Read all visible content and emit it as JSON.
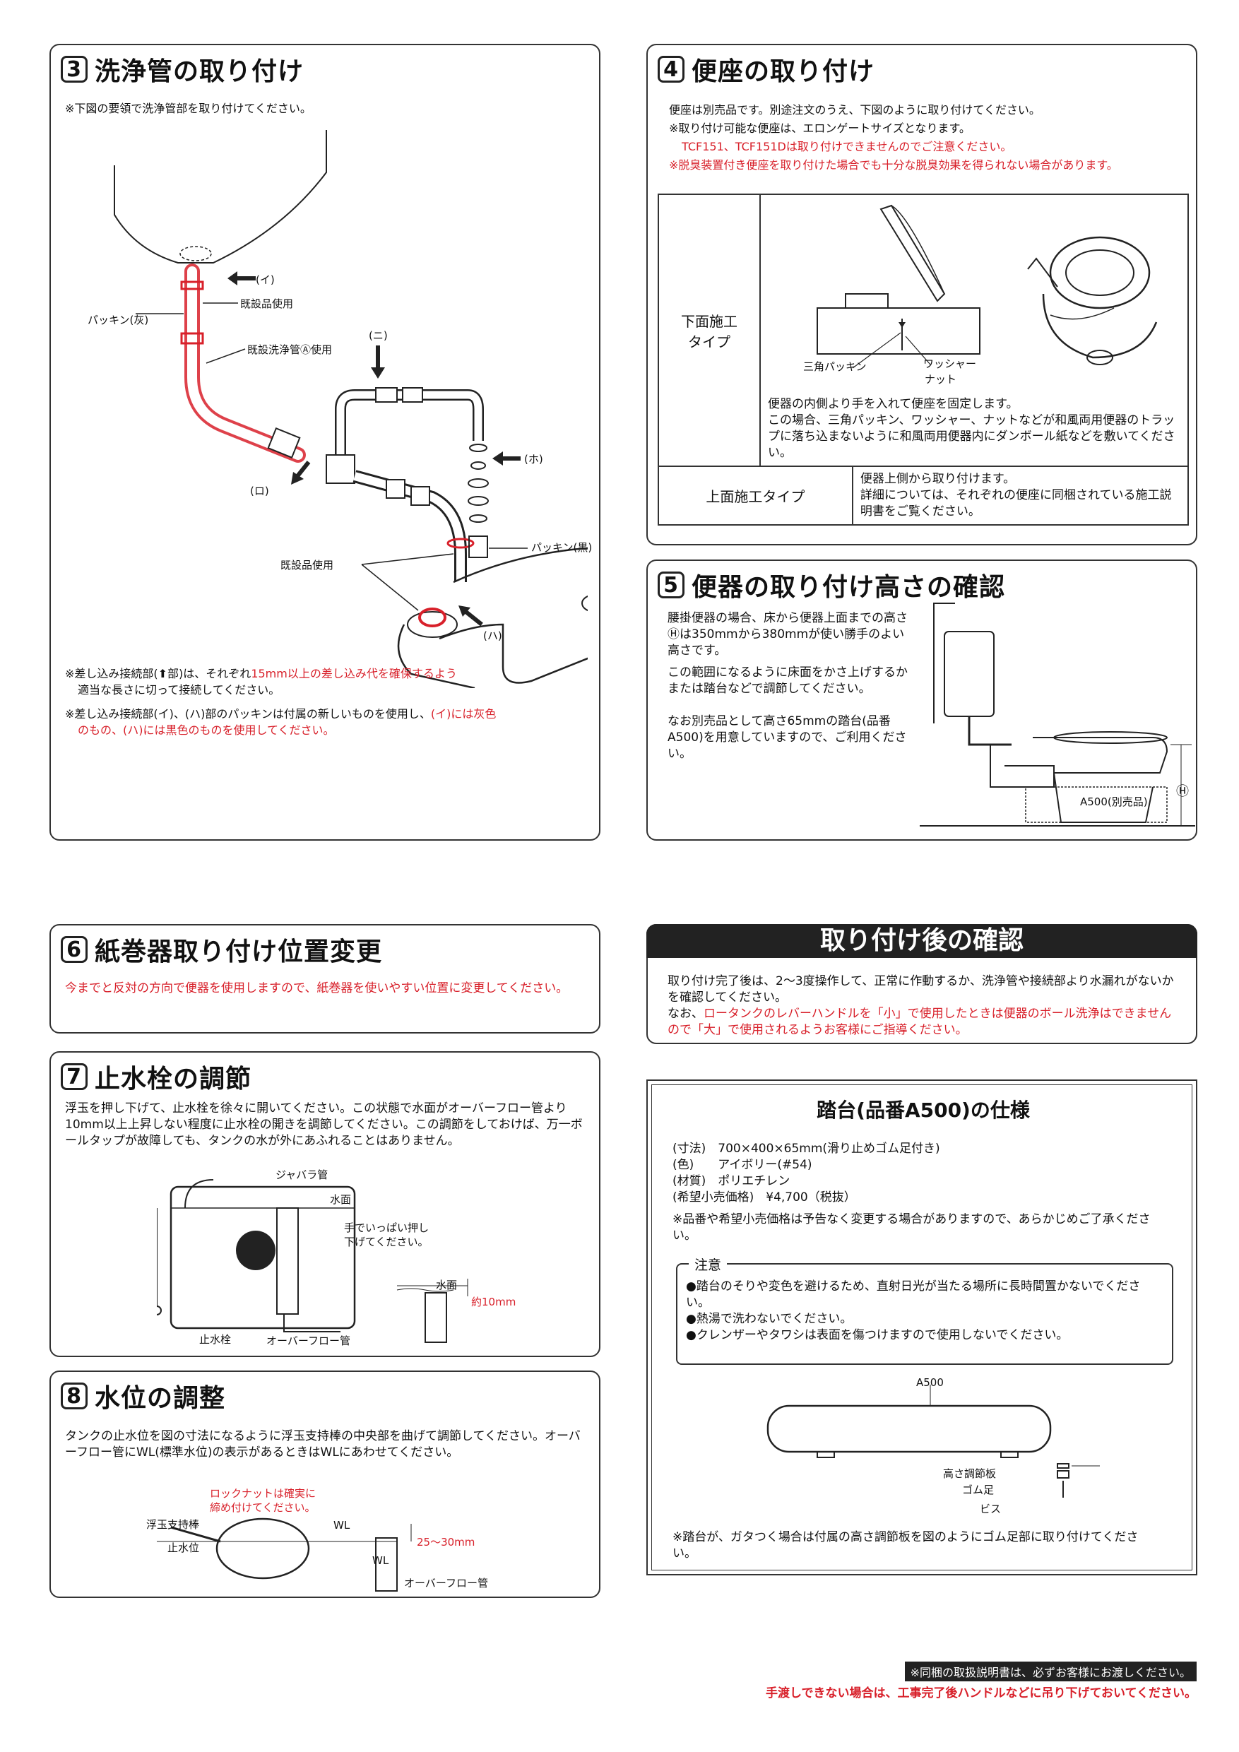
{
  "s3": {
    "num": "3",
    "title": "洗浄管の取り付け",
    "intro": "※下図の要領で洗浄管部を取り付けてください。",
    "labels": {
      "i": "(イ)",
      "ro": "(ロ)",
      "ni": "(ニ)",
      "ho": "(ホ)",
      "ha": "(ハ)",
      "packing_gray": "パッキン(灰)",
      "existing1": "既設品使用",
      "existing_pipe": "既設洗浄管Ⓐ使用",
      "packing_black": "パッキン(黒)",
      "existing2": "既設品使用"
    },
    "note1_a": "※差し込み接続部(⬆部)は、それぞれ",
    "note1_red": "15mm以上の差し込み代を確保するよう",
    "note1_b": "適当な長さに切って接続してください。",
    "note2_a": "※差し込み接続部(イ)、(ハ)部のパッキンは付属の新しいものを使用し、",
    "note2_red1": "(イ)には灰色",
    "note2_red2": "のもの、(ハ)には黒色のものを使用してください。"
  },
  "s4": {
    "num": "4",
    "title": "便座の取り付け",
    "l1": "便座は別売品です。別途注文のうえ、下図のように取り付けてください。",
    "l2": "※取り付け可能な便座は、エロンゲートサイズとなります。",
    "l3": "TCF151、TCF151Dは取り付けできませんのでご注意ください。",
    "l4": "※脱臭装置付き便座を取り付けた場合でも十分な脱臭効果を得られない場合があります。",
    "row1_label": "下面施工\nタイプ",
    "row1_l1": "三角パッキン",
    "row1_l2": "ワッシャー",
    "row1_l3": "ナット",
    "row1_desc": "便器の内側より手を入れて便座を固定します。\nこの場合、三角パッキン、ワッシャー、ナットなどが和風両用便器のトラップに落ち込まないように和風両用便器内にダンボール紙などを敷いてください。",
    "row2_label": "上面施工タイプ",
    "row2_desc": "便器上側から取り付けます。\n詳細については、それぞれの便座に同梱されている施工説明書をご覧ください。"
  },
  "s5": {
    "num": "5",
    "title": "便器の取り付け高さの確認",
    "p1": "腰掛便器の場合、床から便器上面までの高さⒽは350mmから380mmが使い勝手のよい高さです。",
    "p2": "この範囲になるように床面をかさ上げするかまたは踏台などで調節してください。",
    "p3": "なお別売品として高さ65mmの踏台(品番A500)を用意していますので、ご利用ください。",
    "l_a500": "A500(別売品)",
    "l_h": "Ⓗ"
  },
  "s6": {
    "num": "6",
    "title": "紙巻器取り付け位置変更",
    "text": "今までと反対の方向で便器を使用しますので、紙巻器を使いやすい位置に変更してください。"
  },
  "s7": {
    "num": "7",
    "title": "止水栓の調節",
    "text": "浮玉を押し下げて、止水栓を徐々に開いてください。この状態で水面がオーバーフロー管より10mm以上上昇しない程度に止水栓の開きを調節してください。この調節をしておけば、万一ボールタップが故障しても、タンクの水が外にあふれることはありません。",
    "l_jabara": "ジャバラ管",
    "l_water": "水面",
    "l_press": "手でいっぱい押し\n下げてください。",
    "l_water2": "水面",
    "l_10": "約10mm",
    "l_stop": "止水栓",
    "l_over": "オーバーフロー管"
  },
  "s8": {
    "num": "8",
    "title": "水位の調整",
    "text": "タンクの止水位を図の寸法になるように浮玉支持棒の中央部を曲げて調節してください。オーバーフロー管にWL(標準水位)の表示があるときはWLにあわせてください。",
    "l_lock": "ロックナットは確実に\n締め付けてください。",
    "l_rod": "浮玉支持棒",
    "l_level": "止水位",
    "l_wl": "WL",
    "l_wl2": "WL",
    "l_25": "25～30mm",
    "l_over": "オーバーフロー管"
  },
  "after": {
    "title": "取り付け後の確認",
    "t1": "取り付け完了後は、2～3度操作して、正常に作動するか、洗浄管や接続部より水漏れがないかを確認してください。",
    "t2a": "なお、",
    "t2red": "ロータンクのレバーハンドルを「小」で使用したときは便器のボール洗浄はできませんので「大」で使用されるようお客様にご指導ください。"
  },
  "a500": {
    "title": "踏台(品番A500)の仕様",
    "spec1": "(寸法)　700×400×65mm(滑り止めゴム足付き)",
    "spec2": "(色)　　アイボリー(#54)",
    "spec3": "(材質)　ポリエチレン",
    "spec4": "(希望小売価格)　¥4,700（税抜）",
    "note": "※品番や希望小売価格は予告なく変更する場合がありますので、あらかじめご了承ください。",
    "caution_title": "注意",
    "c1": "●踏台のそりや変色を避けるため、直射日光が当たる場所に長時間置かないでください。",
    "c2": "●熱湯で洗わないでください。",
    "c3": "●クレンザーやタワシは表面を傷つけますので使用しないでください。",
    "l_a500": "A500",
    "l_adj": "高さ調節板",
    "l_rubber": "ゴム足",
    "l_screw": "ビス",
    "note2": "※踏台が、ガタつく場合は付属の高さ調節板を図のようにゴム足部に取り付けてください。"
  },
  "footer": {
    "bar": "※同梱の取扱説明書は、必ずお客様にお渡しください。",
    "red": "手渡しできない場合は、工事完了後ハンドルなどに吊り下げておいてください。"
  },
  "colors": {
    "red": "#d8202a",
    "dark": "#222222"
  }
}
